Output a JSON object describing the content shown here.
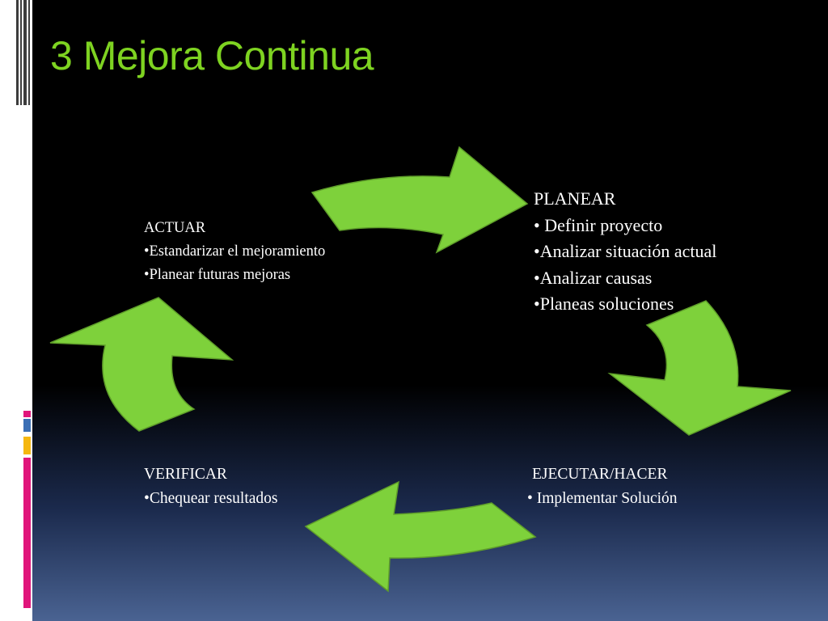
{
  "slide": {
    "title": "3 Mejora Continua",
    "accent_color": "#7ed321",
    "arrow_color": "#7ed13b"
  },
  "cycle": {
    "planear": {
      "heading": "PLANEAR",
      "items": [
        "• Definir proyecto",
        "•Analizar situación actual",
        "•Analizar causas",
        "•Planeas soluciones"
      ]
    },
    "ejecutar": {
      "heading": "EJECUTAR/HACER",
      "items": [
        "• Implementar Solución"
      ]
    },
    "verificar": {
      "heading": "VERIFICAR",
      "items": [
        "•Chequear resultados"
      ]
    },
    "actuar": {
      "heading": "ACTUAR",
      "items": [
        "•Estandarizar el mejoramiento",
        "•Planear futuras mejoras"
      ]
    }
  }
}
